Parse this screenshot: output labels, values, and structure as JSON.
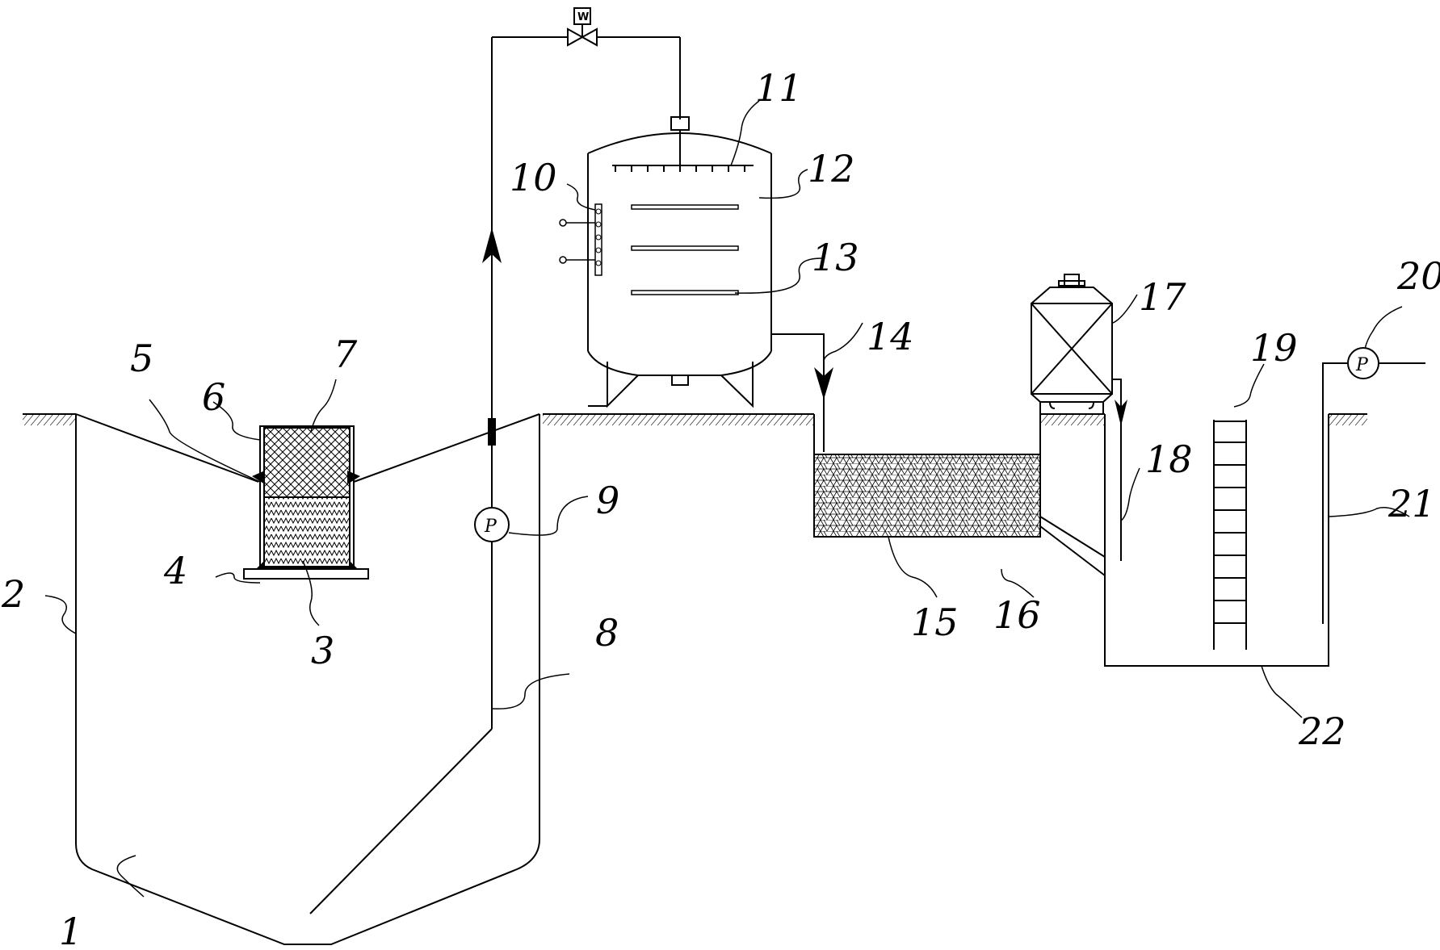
{
  "labels": {
    "l1": "1",
    "l2": "2",
    "l3": "3",
    "l4": "4",
    "l5": "5",
    "l6": "6",
    "l7": "7",
    "l8": "8",
    "l9": "9",
    "l10": "10",
    "l11": "11",
    "l12": "12",
    "l13": "13",
    "l14": "14",
    "l15": "15",
    "l16": "16",
    "l17": "17",
    "l18": "18",
    "l19": "19",
    "l20": "20",
    "l21": "21",
    "l22": "22"
  },
  "symbols": {
    "pump_letter": "P",
    "valve_actuator_letter": "W"
  }
}
